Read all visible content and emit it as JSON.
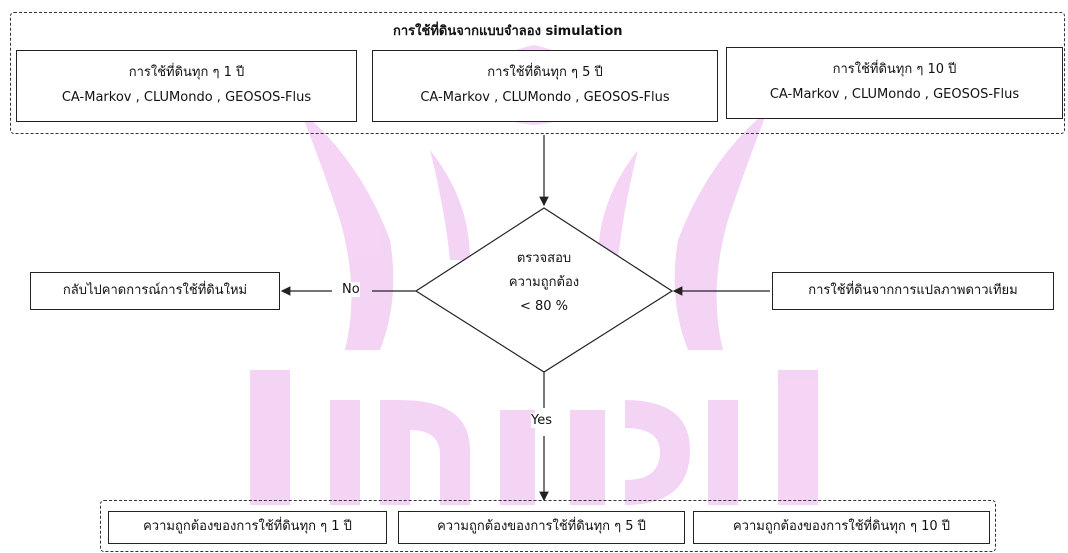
{
  "simulation": {
    "title": "การใช้ที่ดินจากแบบจำลอง simulation",
    "boxes": [
      {
        "period": "การใช้ที่ดินทุก ๆ 1 ปี",
        "models": "CA-Markov , CLUMondo , GEOSOS-Flus"
      },
      {
        "period": "การใช้ที่ดินทุก ๆ 5 ปี",
        "models": "CA-Markov , CLUMondo , GEOSOS-Flus"
      },
      {
        "period": "การใช้ที่ดินทุก ๆ 10 ปี",
        "models": "CA-Markov , CLUMondo , GEOSOS-Flus"
      }
    ]
  },
  "decision": {
    "line1": "ตรวจสอบ",
    "line2": "ความถูกต้อง",
    "line3": "< 80 %"
  },
  "no_label": "No",
  "yes_label": "Yes",
  "retry_box": "กลับไปคาดการณ์การใช้ที่ดินใหม่",
  "satellite_box": "การใช้ที่ดินจากการแปลภาพดาวเทียม",
  "accuracy": [
    "ความถูกต้องของการใช้ที่ดินทุก ๆ 1 ปี",
    "ความถูกต้องของการใช้ที่ดินทุก ๆ 5 ปี",
    "ความถูกต้องของการใช้ที่ดินทุก ๆ 10 ปี"
  ],
  "colors": {
    "watermark": "#f3cdf3",
    "line": "#222222"
  }
}
